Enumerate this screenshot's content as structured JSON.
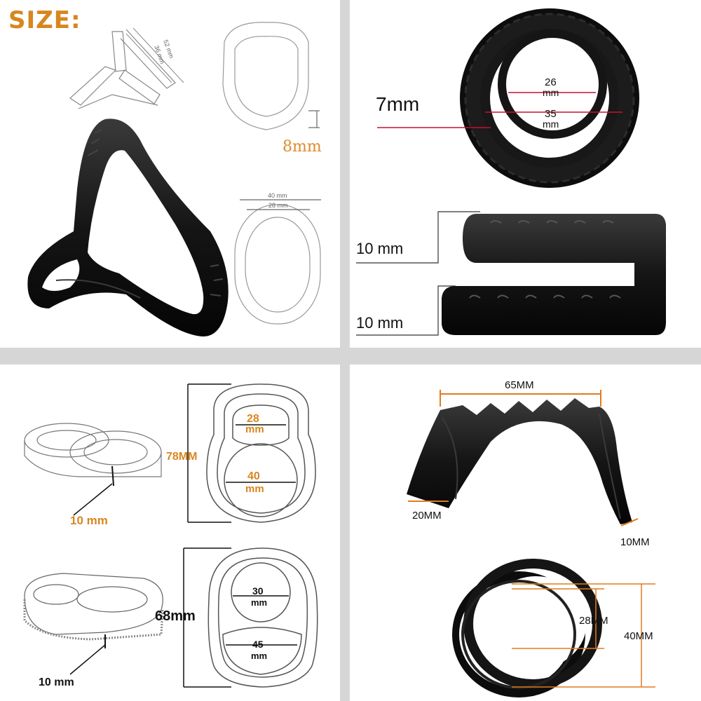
{
  "panel_top_left": {
    "title": "SIZE:",
    "sketch_outer": "52 mm",
    "sketch_inner": "36 mm",
    "thickness": "8mm",
    "width_outer": "40 mm",
    "width_inner": "28 mm"
  },
  "panel_top_right": {
    "inner_small": [
      "26",
      "mm"
    ],
    "inner_large": [
      "35",
      "mm"
    ],
    "wall": "7mm",
    "height_upper": "10 mm",
    "height_lower": "10 mm"
  },
  "panel_bottom_left": {
    "ring_a_small": [
      "28",
      "mm"
    ],
    "ring_a_large": [
      "40",
      "mm"
    ],
    "ring_a_height": "78MM",
    "ring_a_thickness": "10 mm",
    "ring_b_small": [
      "30",
      "mm"
    ],
    "ring_b_large": [
      "45",
      "mm"
    ],
    "ring_b_height": "68mm",
    "ring_b_thickness": "10 mm"
  },
  "panel_bottom_right": {
    "span": "65MM",
    "left_end": "20MM",
    "right_end": "10MM",
    "ring_inner": "28MM",
    "ring_outer": "40MM"
  },
  "colors": {
    "accent": "#e07b1e",
    "divider": "#d6d6d6",
    "dim_line_red": "#c8102e"
  }
}
